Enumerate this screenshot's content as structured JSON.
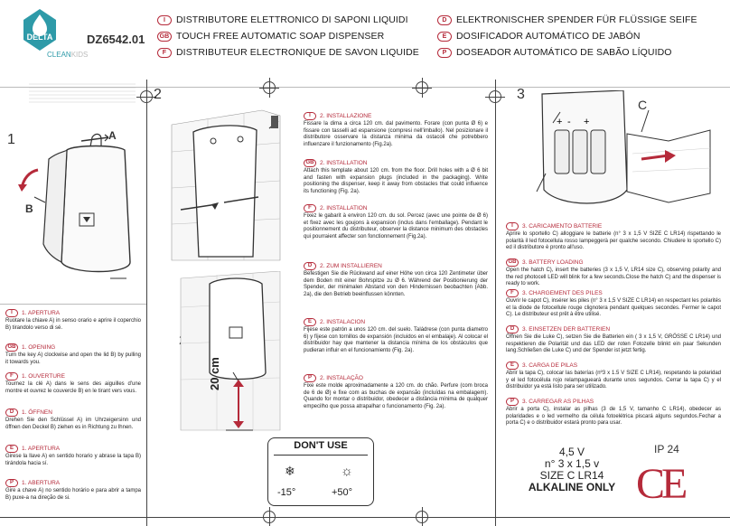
{
  "brand": {
    "logo_text": "DELTA",
    "sub_clean": "CLEAN",
    "sub_kids": "KIDS",
    "model": "DZ6542.01"
  },
  "colors": {
    "accent": "#b52a3a",
    "logo_teal": "#2e9aa8"
  },
  "titles": [
    {
      "code": "I",
      "text": "DISTRIBUTORE ELETTRONICO DI SAPONI LIQUIDI"
    },
    {
      "code": "GB",
      "text": "TOUCH FREE AUTOMATIC SOAP DISPENSER"
    },
    {
      "code": "F",
      "text": "DISTRIBUTEUR ELECTRONIQUE DE SAVON LIQUIDE"
    },
    {
      "code": "D",
      "text": "ELEKTRONISCHER SPENDER FÜR FLÜSSIGE SEIFE"
    },
    {
      "code": "E",
      "text": "DOSIFICADOR AUTOMÁTICO DE JABÓN"
    },
    {
      "code": "P",
      "text": "DOSEADOR AUTOMÁTICO DE SABÃO LÍQUIDO"
    }
  ],
  "step1": {
    "num": "1",
    "label_a": "A",
    "label_b": "B",
    "sections": [
      {
        "code": "I",
        "title": "1. APERTURA",
        "text": "Ruotare la chiave A) in senso orario e aprire il coperchio B) tirandolo verso di sé."
      },
      {
        "code": "GB",
        "title": "1. OPENING",
        "text": "Turn the key A) clockwise and open the lid B) by pulling it towards you."
      },
      {
        "code": "F",
        "title": "1. OUVERTURE",
        "text": "Tournez la clé A) dans le sens des aiguilles d'une montre et ouvrez le couvercle B) en le tirant vers vous."
      },
      {
        "code": "D",
        "title": "1. ÖFFNEN",
        "text": "Drehen Sie den Schlüssel A) im Uhrzeigersinn und öffnen den Deckel B) ziehen es in Richtung zu Ihnen."
      },
      {
        "code": "E",
        "title": "1. APERTURA",
        "text": "Girese la llave A) en sentido horario y abrase la tapa B) tirándola hacia sí."
      },
      {
        "code": "P",
        "title": "1. ABERTURA",
        "text": "Gire a chave A) no sentido horário e para abrir a tampa B) puxe-a na direção de si."
      }
    ]
  },
  "step2": {
    "num": "2",
    "label_2a": "2a",
    "measure": "20 cm",
    "sections": [
      {
        "code": "I",
        "title": "2. INSTALLAZIONE",
        "text": "Fissare la dima a circa 120 cm. dal pavimento. Forare (con punta Ø 6) e fissare con tasselli ad espansione (compresi nell'imballo). Nel posizionare il distributore osservare la distanza minima da ostacoli che potrebbero influenzare il funzionamento (Fig.2a)."
      },
      {
        "code": "GB",
        "title": "2. INSTALLATION",
        "text": "Attach this template about 120 cm. from the floor. Drill holes with a Ø 6 bit and fasten with expansion plugs (included in the packaging). Write positioning the dispenser, keep it away from obstacles that could influence its functioning (Fig. 2a)."
      },
      {
        "code": "F",
        "title": "2. INSTALLATION",
        "text": "Fixez le gabarit à environ 120 cm. du sol. Percez (avec une pointe de Ø 6) et fixez avec les goujons à expansion (inclus dans l'emballage). Pendant le positionnement du distributeur, observer la distance minimum des obstacles qui pourraient affecter son fonctionnement (Fig.2a)."
      },
      {
        "code": "D",
        "title": "2. ZUM INSTALLIEREN",
        "text": "Befestigen Sie die Rückwand auf einer Höhe von circa 120 Zentimeter über dem Boden mit einer Bohrspitze zu Ø 6. Während der Positionierung der Spender, der minimalen Abstand von den Hindernissen beobachten (Abb. 2a), die den Betrieb beeinflussen könnten."
      },
      {
        "code": "E",
        "title": "2. INSTALACION",
        "text": "Fijese este patrón a unos 120 cm. del suelo. Taládrese (con punta diametro 6) y fíjese con tornillos de expansión (incluidos en el embalaje). Al colocar el distribuidor hay que mantener la distancia mínima de los obstáculos que pudieran influir en el funcionamiento (Fig. 2a)."
      },
      {
        "code": "P",
        "title": "2. INSTALAÇÃO",
        "text": "Fixe este molde aproximadamente a 120 cm. do chão. Perfure (com broca de 6 de Ø) e fixe com as buchas de expansão (incluídas na embalagem). Quando for montar o distribuidor, obedecer a distância mínima de qualquer empecilho que possa atrapalhar o funcionamento (Fig. 2a)."
      }
    ],
    "dont_use": "DON'T USE",
    "temp_low": "-15°",
    "temp_high": "+50°"
  },
  "step3": {
    "num": "3",
    "label_c": "C",
    "sections": [
      {
        "code": "I",
        "title": "3. CARICAMENTO BATTERIE",
        "text": "Aprire lo sportello C) alloggiare le batterie (n° 3 x 1,5 V SIZE C LR14) rispettando le polarità il led fotocellula rosso lampeggerà per qualche secondo. Chiudere lo sportello C) ed il distributore è pronto all'uso."
      },
      {
        "code": "GB",
        "title": "3. BATTERY LOADING",
        "text": "Open the hatch C), insert the batteries (3 x 1,5 V, LR14 size C), observing polarity and the red photocell LED will blink for a few seconds.Close the hatch C) and the dispenser is ready to work."
      },
      {
        "code": "F",
        "title": "3. CHARGEMENT DES PILES",
        "text": "Ouvrir le capot C), insérer les piles (n° 3 x 1,5 V SIZE C LR14) en respectant les polarités et la diode de fotocellule rouge clignotera pendant quelques secondes. Fermer le capot C). Le distributeur est prêt à être utilisé."
      },
      {
        "code": "D",
        "title": "3. EINSETZEN DER BATTERIEN",
        "text": "Öffnen Sie die Luke C), setzen Sie die Batterien ein ( 3 x 1,5 V, GRÖSSE C LR14) und respektieren die Polarität und das LED der roten Fotozelle blinkt ein paar Sekunden lang.Schließen die Luke C) und der Spender ist jetzt fertig."
      },
      {
        "code": "E",
        "title": "3. CARGA DE PILAS",
        "text": "Abrir la tapa C), colocar las baterías (nº3 x 1.5 V SIZE C LR14), respetando la polaridad y el led fotocélula rojo relampagueará durante unos segundos. Cerrar la tapa C) y el distribuidor ya está listo para ser utilizado."
      },
      {
        "code": "P",
        "title": "3. CARREGAR AS PILHAS",
        "text": "Abrir a porta C), instalar as pilhas (3 de 1,5 V, tamanho C LR14), obedecer as polaridades e o led vermelho da célula fotoelétrica piscará alguns segundos.Fechar a porta C) e o distribuidor estará pronto para usar."
      }
    ]
  },
  "specs": {
    "voltage": "4,5 V",
    "batteries": "n° 3 x 1,5 v",
    "size": "SIZE C LR14",
    "type": "ALKALINE ONLY",
    "ip": "IP 24",
    "ce": "CE"
  }
}
